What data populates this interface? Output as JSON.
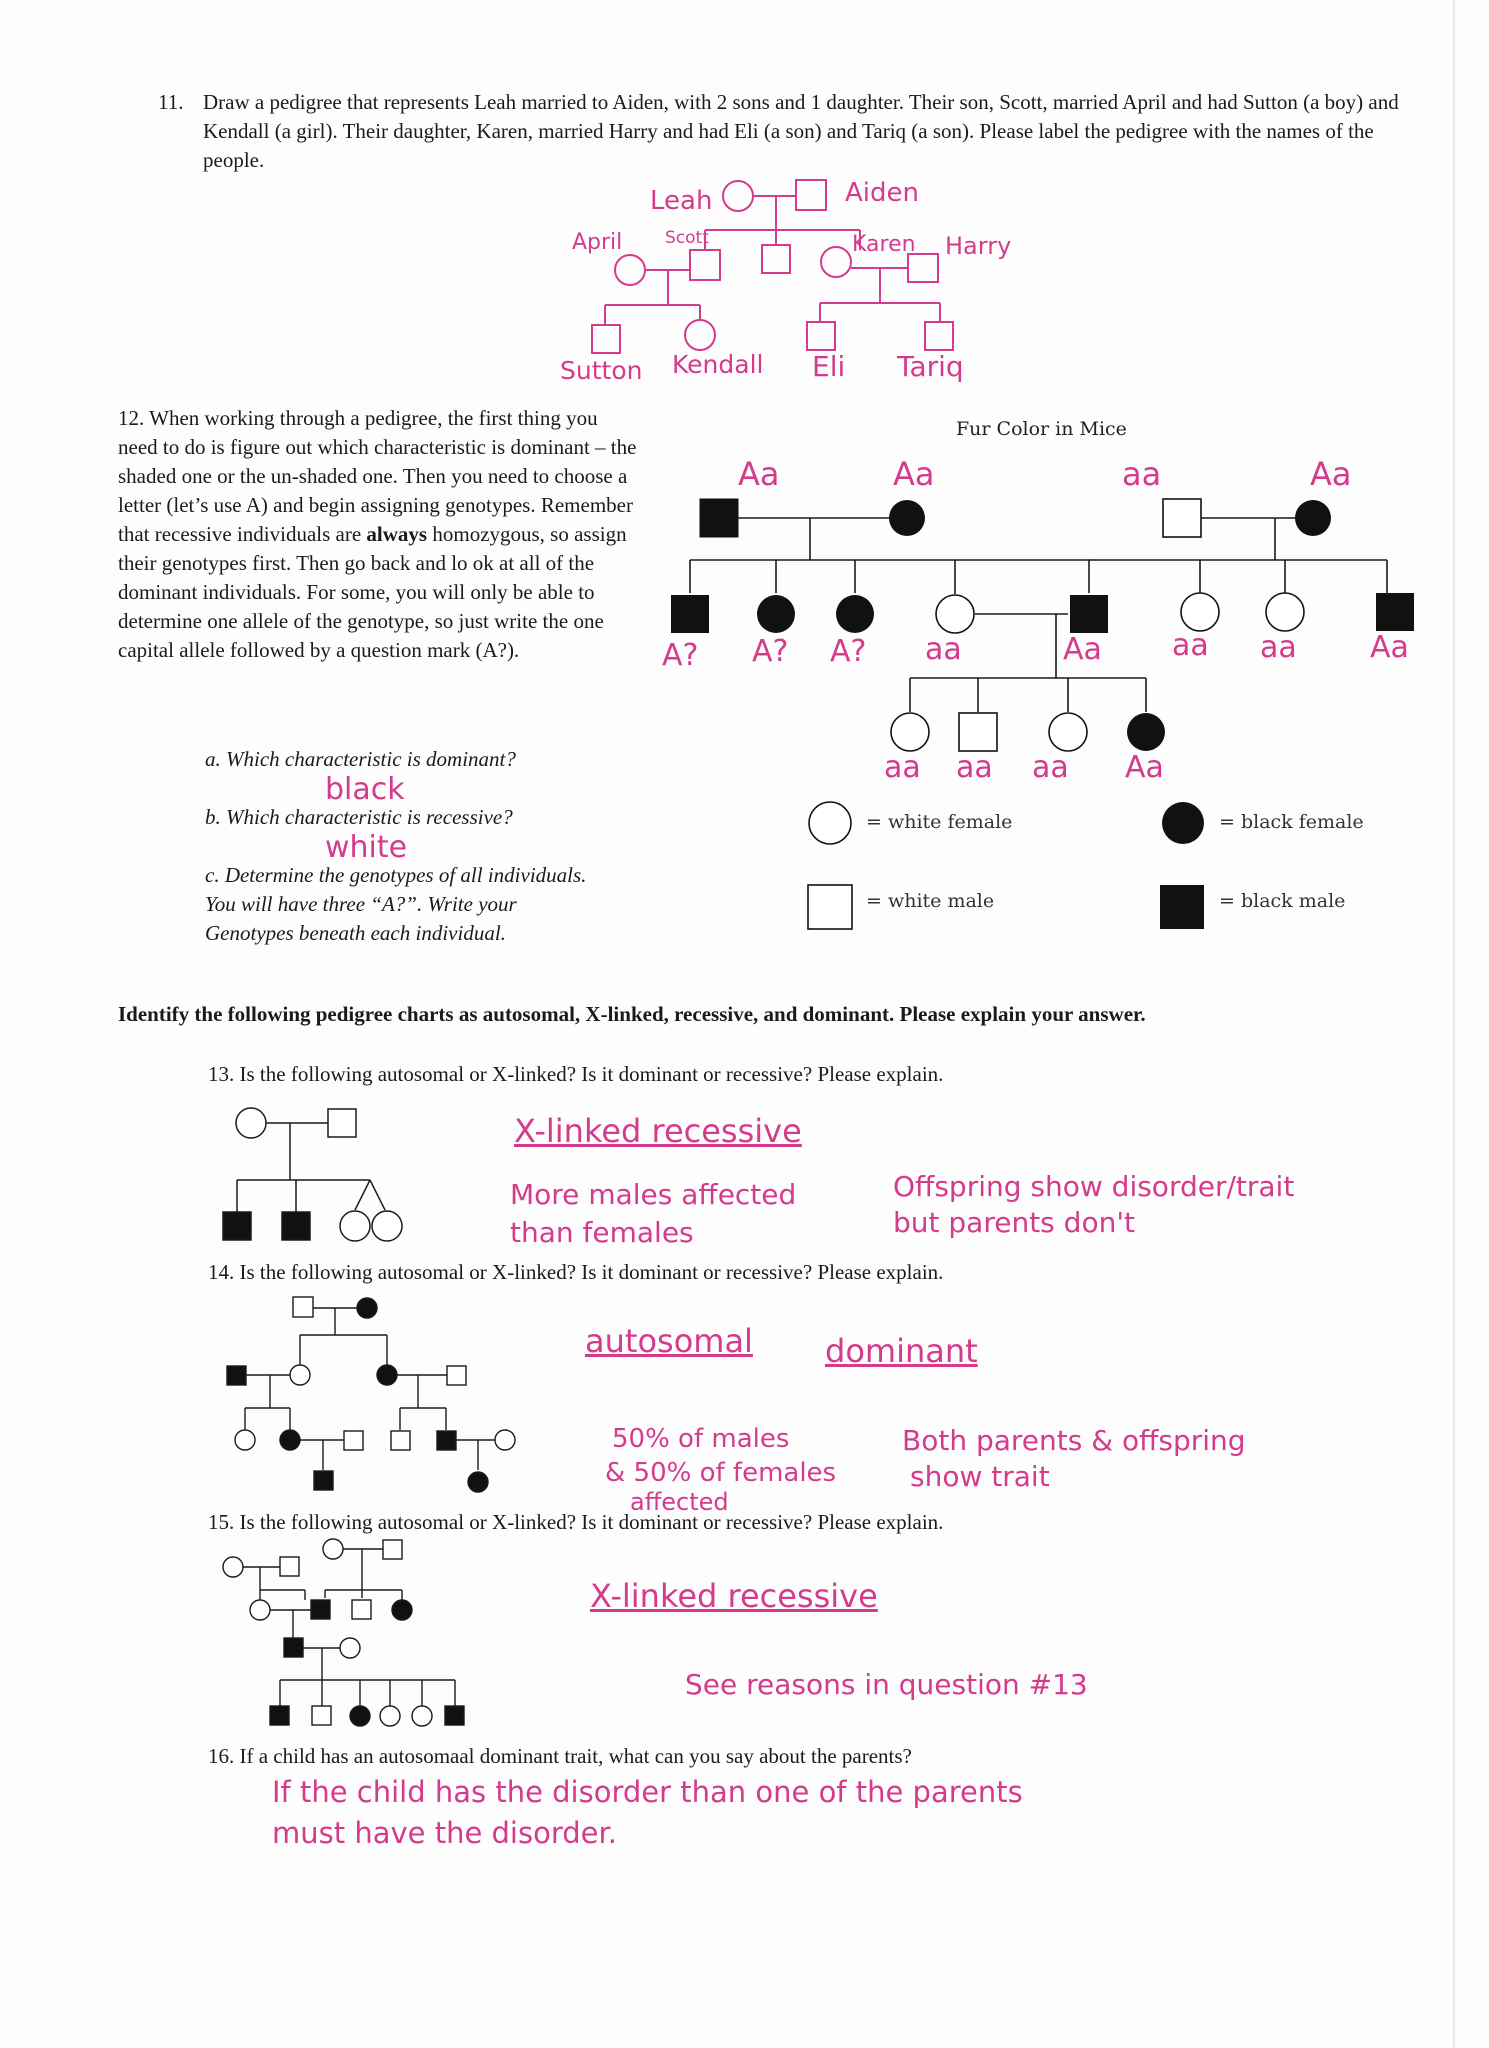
{
  "q11": {
    "num": "11.",
    "text": "Draw a pedigree that represents Leah married to Aiden, with 2 sons and 1 daughter. Their son, Scott, married April and had Sutton (a boy) and Kendall (a girl). Their daughter, Karen, married Harry and had Eli (a son) and Tariq (a son). Please label the pedigree with the names of the people.",
    "names": {
      "leah": "Leah",
      "aiden": "Aiden",
      "april": "April",
      "scott": "Scott",
      "karen": "Karen",
      "harry": "Harry",
      "sutton": "Sutton",
      "kendall": "Kendall",
      "eli": "Eli",
      "tariq": "Tariq"
    }
  },
  "q12": {
    "text_before_bold": "12. When working through a pedigree, the first thing you need to do is figure out which characteristic is dominant – the shaded one or the un-shaded one. Then you need to choose a letter (let’s use A) and begin assigning genotypes. Remember that recessive individuals are ",
    "bold": "always",
    "text_after_bold": " homozygous, so assign their genotypes first. Then go back and lo ok at all of the dominant individuals. For some, you will only be able to determine one allele of the genotype, so just write the one capital allele followed by a question mark (A?).",
    "a": "a. Which characteristic is dominant?",
    "a_answer": "black",
    "b": "b. Which characteristic is recessive?",
    "b_answer": "white",
    "c": "c. Determine the genotypes of all individuals. You will have three “A?”. Write your Genotypes beneath each individual.",
    "chart_title": "Fur Color in Mice",
    "genotypes": {
      "p1_male": "Aa",
      "p1_female": "Aa",
      "p2_male": "aa",
      "p2_female": "Aa",
      "c1": "A?",
      "c2": "A?",
      "c3": "A?",
      "c4": "aa",
      "c5": "Aa",
      "c6": "aa",
      "c7": "aa",
      "c8": "Aa",
      "g1": "aa",
      "g2": "aa",
      "g3": "aa",
      "g4": "Aa"
    },
    "legend": {
      "white_female": "= white female",
      "black_female": "= black female",
      "white_male": "= white male",
      "black_male": "= black male"
    }
  },
  "heading": "Identify the following pedigree charts as autosomal, X-linked, recessive, and dominant. Please explain your answer.",
  "q13": {
    "text": "13.  Is the following autosomal or X-linked? Is it dominant or recessive? Please explain.",
    "answer": "X-linked recessive",
    "reason1_line1": "More males affected",
    "reason1_line2": "than females",
    "reason2_line1": "Offspring show disorder/trait",
    "reason2_line2": "but parents don't"
  },
  "q14": {
    "text": "14.  Is the following autosomal or X-linked? Is it dominant or recessive? Please explain.",
    "answer1": "autosomal",
    "answer2": "dominant",
    "reason1_line1": "50% of males",
    "reason1_line2": "& 50% of females",
    "reason1_line3": "affected",
    "reason2_line1": "Both parents & offspring",
    "reason2_line2": "show trait"
  },
  "q15": {
    "text": "15.  Is the following autosomal or X-linked? Is it dominant or recessive? Please explain.",
    "answer": "X-linked recessive",
    "reason": "See reasons in question #13"
  },
  "q16": {
    "text": "16.  If a child has an autosomaal dominant trait, what can you say about the parents?",
    "answer_line1": "If the child has the disorder than one of the parents",
    "answer_line2": "must have the disorder."
  }
}
